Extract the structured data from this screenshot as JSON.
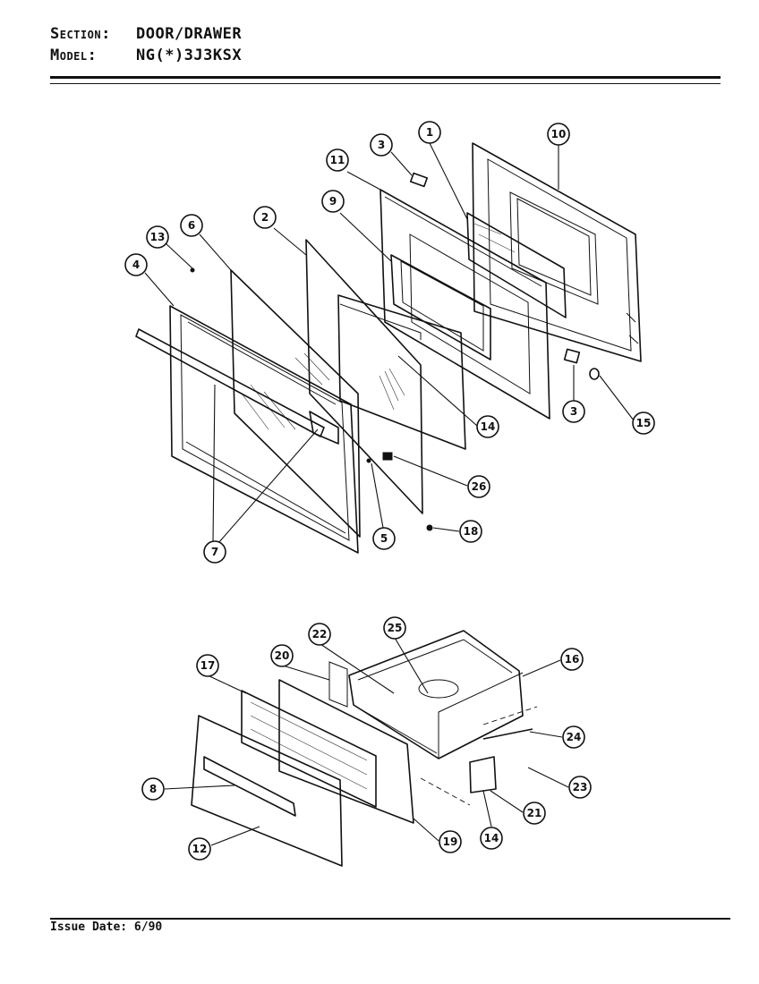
{
  "header": {
    "section_label": "Section:",
    "section_value": "DOOR/DRAWER",
    "model_label": "Model:",
    "model_value": "NG(*)3J3KSX"
  },
  "footer": {
    "issue_date": "Issue Date: 6/90"
  },
  "callouts": {
    "door": [
      "1",
      "10",
      "3",
      "11",
      "9",
      "2",
      "6",
      "13",
      "4",
      "14",
      "3",
      "15",
      "26",
      "18",
      "5",
      "7"
    ],
    "drawer": [
      "22",
      "25",
      "20",
      "16",
      "17",
      "24",
      "23",
      "8",
      "21",
      "19",
      "14",
      "12"
    ]
  }
}
